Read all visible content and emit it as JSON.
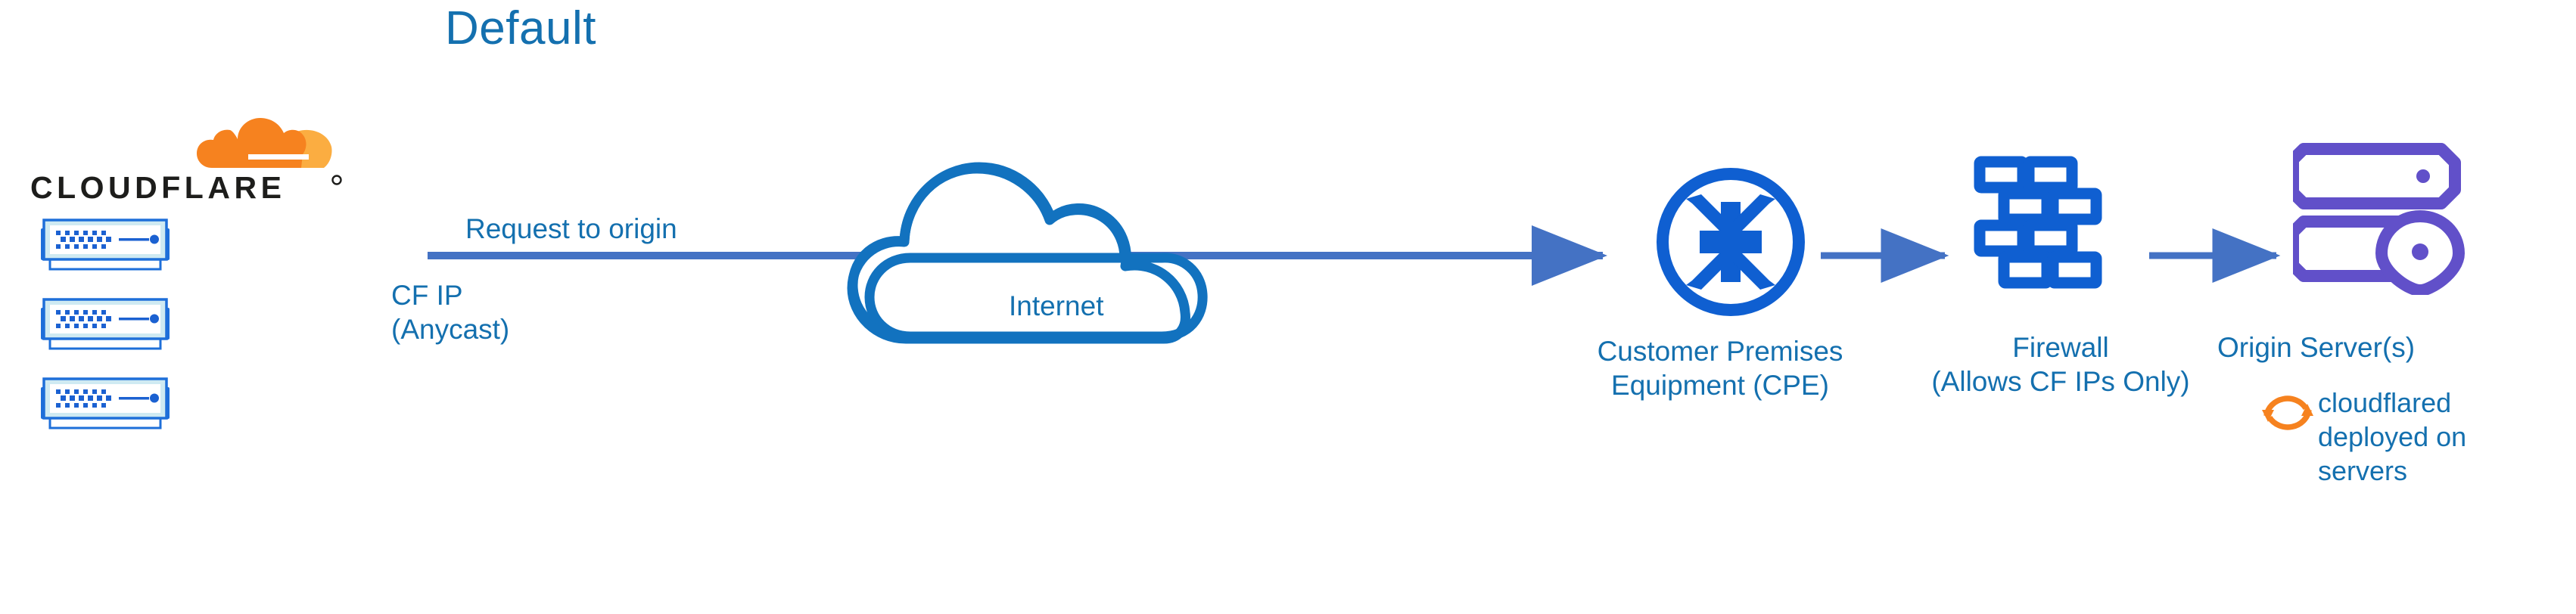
{
  "diagram": {
    "title": "Default",
    "type": "network-architecture-flow"
  },
  "colors": {
    "title_blue": "#1470AF",
    "label_blue": "#1470AF",
    "arrow_blue": "#4472C4",
    "icon_blue": "#0F5FD1",
    "cloud_outline_blue": "#1272BF",
    "origin_purple": "#6150C9",
    "cloudflare_orange": "#F6821F",
    "cloudflare_orange_light": "#FBAD41",
    "switch_body": "#CFEAF2",
    "switch_border": "#1E6FD9"
  },
  "cloudflare": {
    "logo_wordmark": "CLOUDFLARE",
    "logo_registered_mark": "®",
    "icon_name": "cloudflare-cloud-logo",
    "switches": [
      {
        "name": "cloudflare-edge-switch-1"
      },
      {
        "name": "cloudflare-edge-switch-2"
      },
      {
        "name": "cloudflare-edge-switch-3"
      }
    ],
    "ip_label": "CF IP\n(Anycast)"
  },
  "flow": {
    "request_label": "Request to origin",
    "internet_label": "Internet",
    "nodes": [
      {
        "id": "internet",
        "label": "Internet",
        "icon": "cloud-icon"
      },
      {
        "id": "cpe",
        "label": "Customer Premises\nEquipment (CPE)",
        "icon": "router-icon"
      },
      {
        "id": "firewall",
        "label": "Firewall\n(Allows CF IPs Only)",
        "icon": "brick-wall-icon"
      },
      {
        "id": "origin",
        "label": "Origin Server(s)",
        "icon": "server-location-pin-icon"
      }
    ],
    "origin_annotation": {
      "label": "cloudflared\ndeployed on\nservers",
      "icon": "sync-arrows-icon"
    }
  }
}
